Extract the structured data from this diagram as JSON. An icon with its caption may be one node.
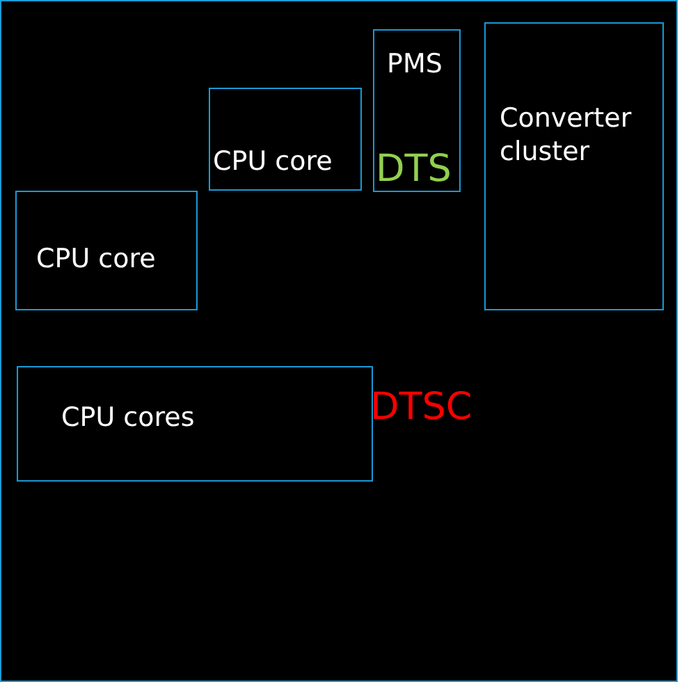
{
  "diagram": {
    "nodes": [
      {
        "text": [],
        "shape": "box"
      },
      {
        "text": [
          "CPU core"
        ],
        "in": 0
      },
      {
        "text": [
          "PMS",
          "DTS"
        ],
        "in": 0
      },
      {
        "text": [
          "Converter cluster"
        ],
        "in": 0
      },
      {
        "text": [
          "CPU core"
        ],
        "in": 0
      },
      {
        "text": [
          "CPU cores"
        ],
        "in": 0
      }
    ],
    "edges": [],
    "labels": [
      "DTSC"
    ]
  }
}
